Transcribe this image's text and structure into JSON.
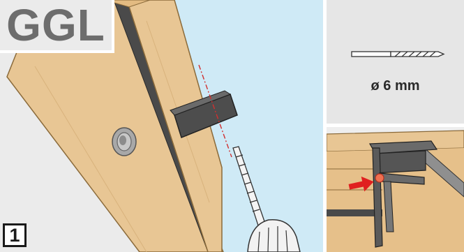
{
  "product_label": "GGL",
  "step_number": "1",
  "drill_size": "ø 6 mm",
  "colors": {
    "wood": "#e8c694",
    "wood_edge": "#8a6a3a",
    "glass": "#cdeaf6",
    "dark_seal": "#4a4a4a",
    "indicator_arrow": "#e02020",
    "indicator_dot": "#f07050",
    "centerline": "#d03030"
  },
  "icons": [
    "drill-bit-icon",
    "drill-icon",
    "screw-hole-icon",
    "arrow-icon"
  ]
}
